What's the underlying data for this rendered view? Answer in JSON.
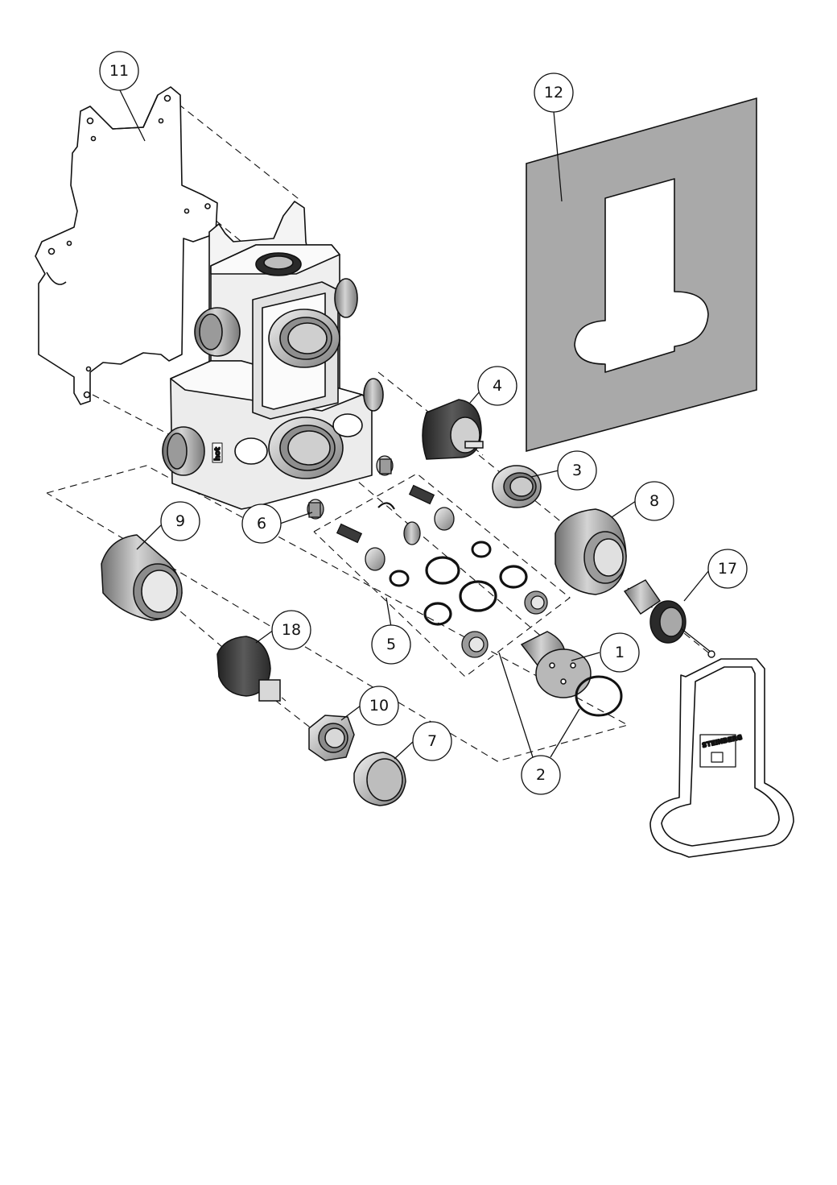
{
  "callouts": {
    "c1": "1",
    "c2": "2",
    "c3": "3",
    "c4": "4",
    "c5": "5",
    "c6": "6",
    "c7": "7",
    "c8": "8",
    "c9": "9",
    "c10": "10",
    "c11": "11",
    "c12": "12",
    "c17": "17",
    "c18": "18"
  },
  "labels": {
    "brand_stamp": "STEINBERG",
    "hot_marking": "hot"
  },
  "colors": {
    "line": "#111111",
    "plate_gray": "#a6a6a6",
    "part_dark": "#3a3a3a",
    "part_mid": "#8c8c8c",
    "part_light": "#d6d6d6"
  }
}
